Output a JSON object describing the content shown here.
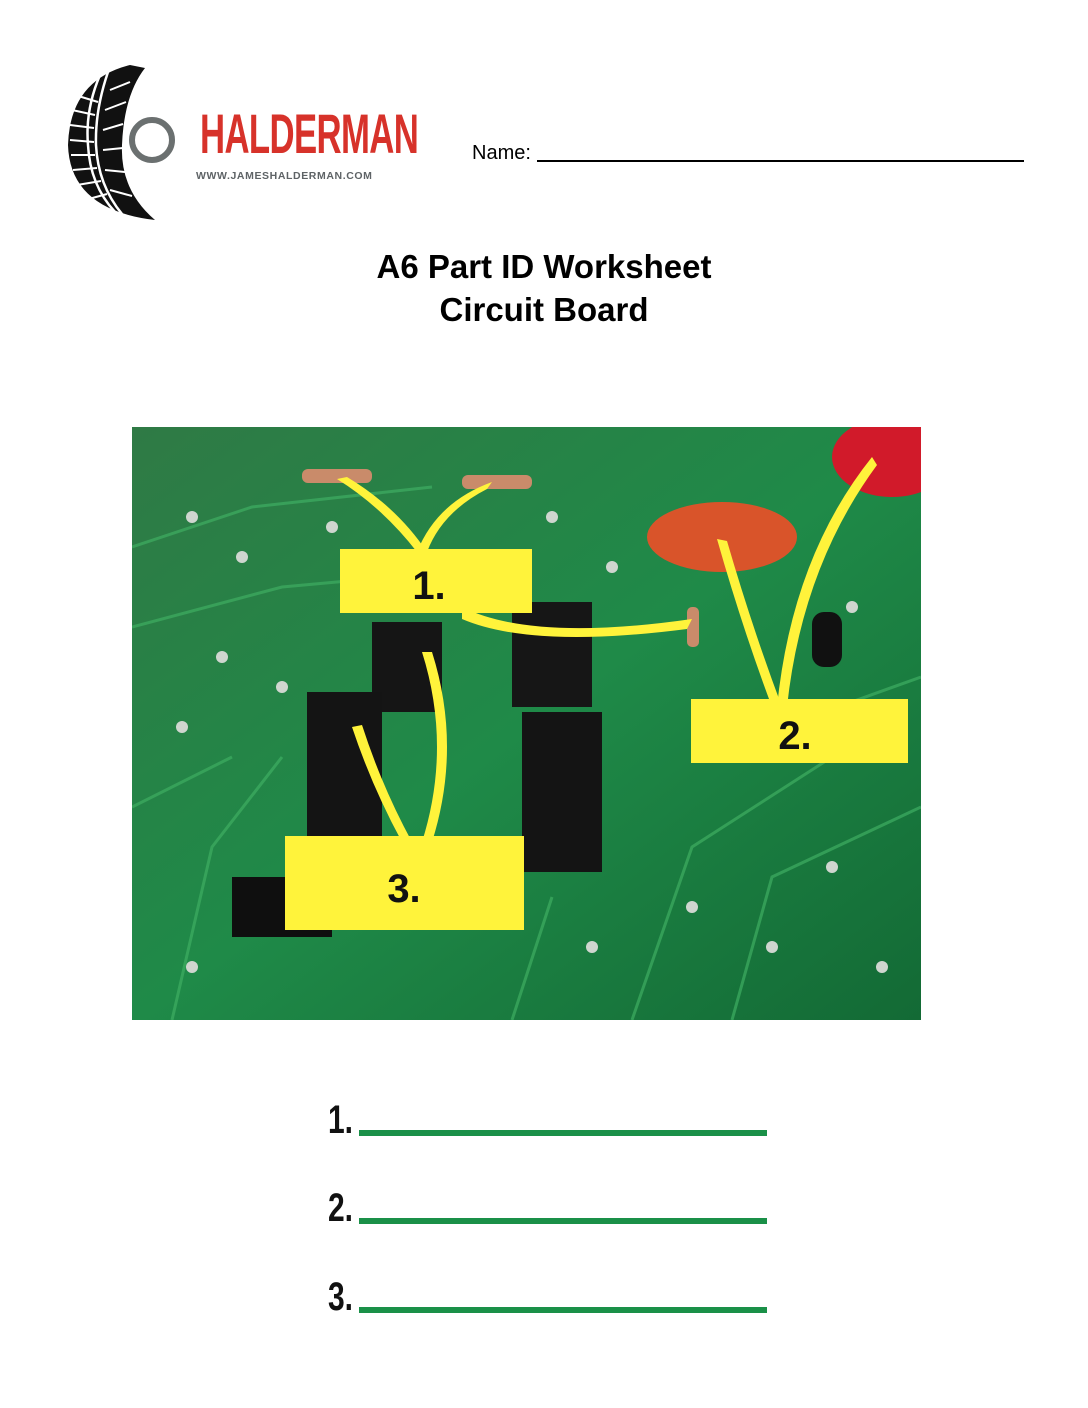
{
  "header": {
    "logo_text": "HALDERMAN",
    "logo_url": "WWW.JAMESHALDERMAN.COM",
    "name_label": "Name:"
  },
  "title": {
    "line1": "A6 Part ID Worksheet",
    "line2": "Circuit Board"
  },
  "photo": {
    "callouts": [
      "1.",
      "2.",
      "3."
    ],
    "accent_color": "#fff33b"
  },
  "answers": [
    {
      "number": "1."
    },
    {
      "number": "2."
    },
    {
      "number": "3."
    }
  ],
  "colors": {
    "answer_line": "#1a9048",
    "logo_red": "#d7322a"
  }
}
